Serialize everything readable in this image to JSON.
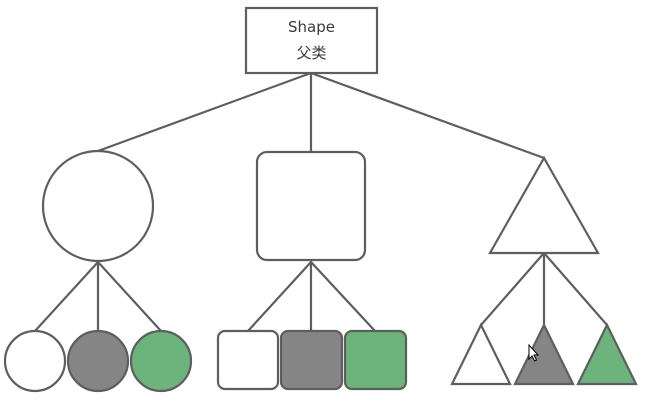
{
  "root": {
    "title": "Shape",
    "subtitle": "父类"
  },
  "branches": [
    {
      "shape": "circle",
      "children": [
        {
          "shape": "circle",
          "fill": "#ffffff"
        },
        {
          "shape": "circle",
          "fill": "#858585"
        },
        {
          "shape": "circle",
          "fill": "#6cb47b"
        }
      ]
    },
    {
      "shape": "rounded-square",
      "children": [
        {
          "shape": "rounded-square",
          "fill": "#ffffff"
        },
        {
          "shape": "rounded-square",
          "fill": "#858585"
        },
        {
          "shape": "rounded-square",
          "fill": "#6cb47b"
        }
      ]
    },
    {
      "shape": "triangle",
      "children": [
        {
          "shape": "triangle",
          "fill": "#ffffff"
        },
        {
          "shape": "triangle",
          "fill": "#858585"
        },
        {
          "shape": "triangle",
          "fill": "#6cb47b"
        }
      ]
    }
  ],
  "colors": {
    "stroke": "#5e5e5e",
    "white": "#ffffff",
    "gray": "#858585",
    "green": "#6cb47b"
  },
  "cursor": {
    "icon": "mouse-pointer-icon"
  }
}
